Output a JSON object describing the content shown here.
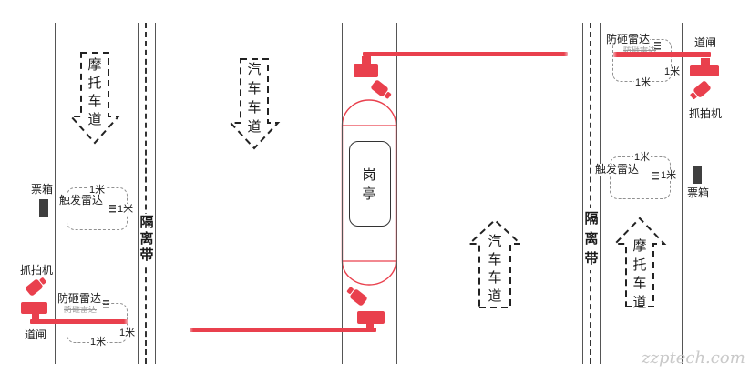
{
  "labels": {
    "moto_lane": "摩托车道",
    "car_lane": "汽车车道",
    "divider": "隔离带",
    "booth": "岗亭",
    "ticket_box": "票箱",
    "capture_camera": "抓拍机",
    "barrier_gate": "道闸",
    "trigger_radar": "触发雷达",
    "anti_smash_radar": "防砸雷达",
    "one_meter": "1米"
  },
  "watermark": "zzptech.com",
  "colors": {
    "barrier_red": "#e9404d",
    "device_dark": "#3f3f3f",
    "lane_line": "#555555",
    "dashed_guides": "#909090",
    "watermark_gray": "#c9c9c9"
  }
}
